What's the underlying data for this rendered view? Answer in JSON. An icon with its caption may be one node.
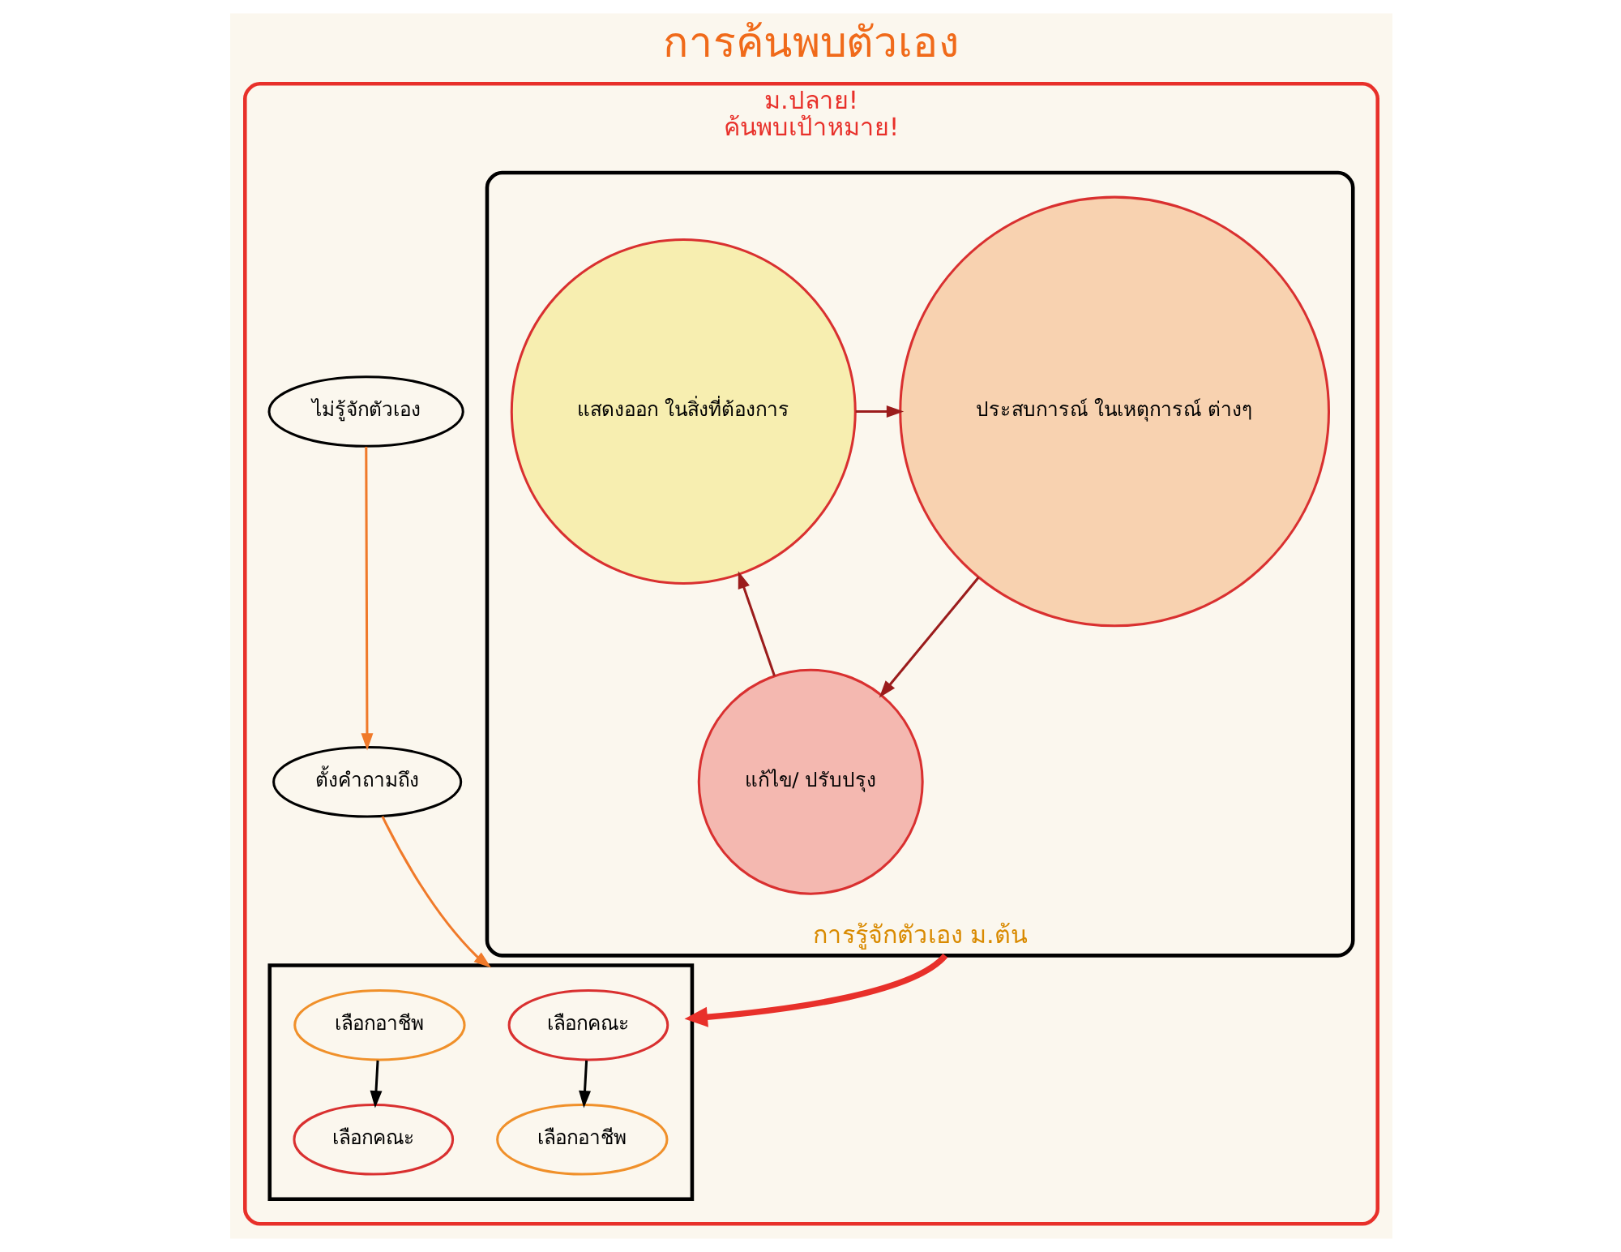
{
  "diagram": {
    "title": "การค้นพบตัวเอง",
    "nodes": [
      {
        "text": [
          "ม.ปลาย!",
          "ค้นพบเป้าหมาย!"
        ]
      },
      {
        "text": [
          "การรู้จักตัวเอง ม.ต้น"
        ],
        "in": 0
      },
      {
        "text": [
          "แสดงออก ในสิ่งที่ต้องการ"
        ],
        "in": 1
      },
      {
        "text": [
          "ประสบการณ์ ในเหตุการณ์ ต่างๆ"
        ],
        "in": 1
      },
      {
        "text": [
          "แก้ไข/ ปรับปรุง"
        ],
        "in": 1
      },
      {
        "text": [
          "ไม่รู้จักตัวเอง"
        ],
        "in": 0
      },
      {
        "text": [
          "ตั้งคำถามถึง"
        ],
        "in": 0
      },
      {
        "text": [],
        "shape": "box",
        "in": 0
      },
      {
        "text": [
          "เลือกคณะ"
        ],
        "in": 7
      },
      {
        "text": [
          "เลือกอาชีพ"
        ],
        "in": 7
      },
      {
        "text": [
          "เลือกอาชีพ"
        ],
        "in": 7
      },
      {
        "text": [
          "เลือกคณะ"
        ],
        "in": 7
      }
    ],
    "edges": [
      {
        "from": 2,
        "to": 3,
        "arrow": "to",
        "color": "#9b1c1c"
      },
      {
        "from": 3,
        "to": 4,
        "arrow": "to",
        "color": "#9b1c1c"
      },
      {
        "from": 4,
        "to": 2,
        "arrow": "to",
        "color": "#9b1c1c"
      },
      {
        "from": 5,
        "to": 6,
        "arrow": "to",
        "color": "#f07a2a"
      },
      {
        "from": 6,
        "to": 7,
        "arrow": "to",
        "color": "#f07a2a"
      },
      {
        "from": 1,
        "to": 7,
        "arrow": "to",
        "style": "thick",
        "color": "#e8302a"
      },
      {
        "from": 8,
        "to": 10,
        "arrow": "to",
        "color": "#000000"
      },
      {
        "from": 9,
        "to": 11,
        "arrow": "to",
        "color": "#000000"
      }
    ]
  }
}
